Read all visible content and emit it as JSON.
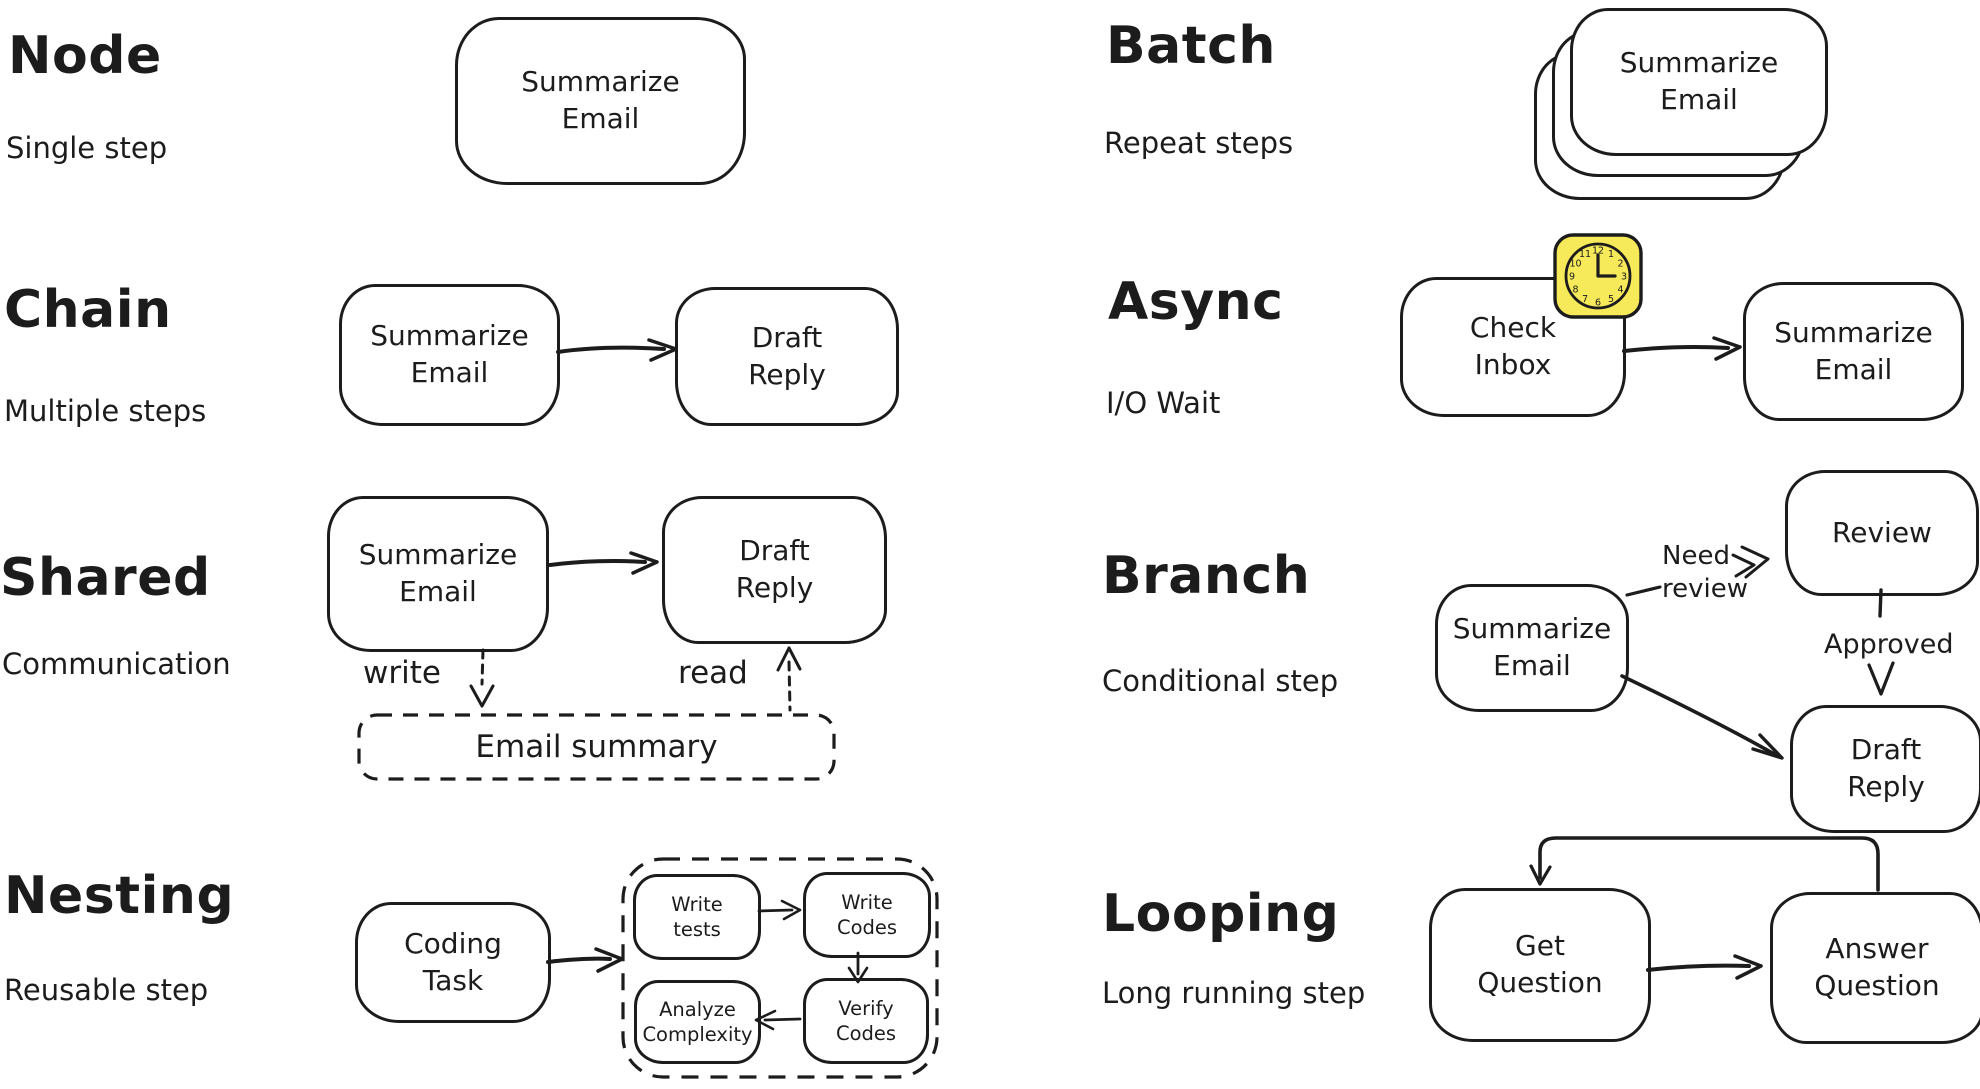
{
  "colors": {
    "ink": "#1c1c1c",
    "paper": "#ffffff",
    "clock_yellow": "#f6e95a"
  },
  "sections": {
    "node": {
      "title": "Node",
      "subtitle": "Single step",
      "steps": {
        "summarize_email": "Summarize Email"
      }
    },
    "chain": {
      "title": "Chain",
      "subtitle": "Multiple steps",
      "steps": {
        "summarize_email": "Summarize Email",
        "draft_reply": "Draft Reply"
      }
    },
    "shared": {
      "title": "Shared",
      "subtitle": "Communication",
      "steps": {
        "summarize_email": "Summarize Email",
        "draft_reply": "Draft Reply"
      },
      "store": {
        "label": "Email summary"
      },
      "edges": {
        "write": "write",
        "read": "read"
      }
    },
    "nesting": {
      "title": "Nesting",
      "subtitle": "Reusable step",
      "steps": {
        "coding_task": "Coding Task",
        "write_tests": "Write tests",
        "write_codes": "Write Codes",
        "analyze_complexity": "Analyze Complexity",
        "verify_codes": "Verify Codes"
      }
    },
    "batch": {
      "title": "Batch",
      "subtitle": "Repeat steps",
      "steps": {
        "summarize_email": "Summarize Email"
      }
    },
    "async": {
      "title": "Async",
      "subtitle": "I/O Wait",
      "steps": {
        "check_inbox": "Check Inbox",
        "summarize_email": "Summarize Email"
      },
      "clock_numerals": [
        "12",
        "1",
        "2",
        "3",
        "4",
        "5",
        "6",
        "7",
        "8",
        "9",
        "10",
        "11"
      ]
    },
    "branch": {
      "title": "Branch",
      "subtitle": "Conditional step",
      "steps": {
        "summarize_email": "Summarize Email",
        "review": "Review",
        "draft_reply": "Draft Reply"
      },
      "edges": {
        "need_review": "Need review",
        "approved": "Approved"
      }
    },
    "looping": {
      "title": "Looping",
      "subtitle": "Long running step",
      "steps": {
        "get_question": "Get Question",
        "answer_question": "Answer Question"
      }
    }
  }
}
